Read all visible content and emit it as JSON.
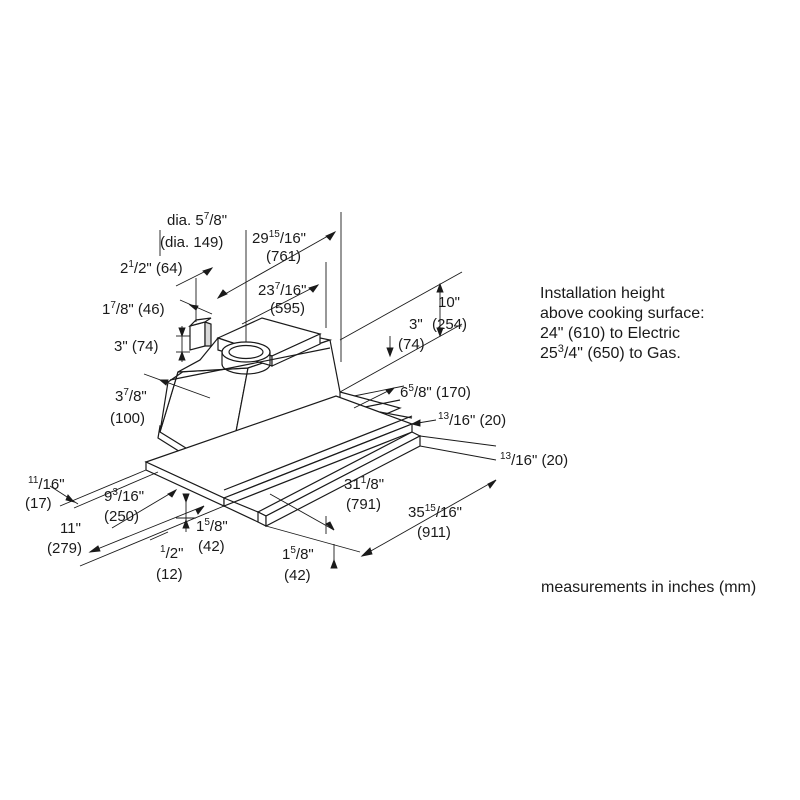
{
  "install": {
    "line1": "Installation height",
    "line2": "above cooking surface:",
    "line3": "24\" (610) to Electric",
    "line4_pre": "25",
    "line4_sup": "3",
    "line4_post": "/4\" (650) to Gas."
  },
  "footer": "measurements in inches (mm)",
  "dims": {
    "dia_in_pre": "dia. 5",
    "dia_in_sup": "7",
    "dia_in_post": "/8\"",
    "dia_mm": "(dia. 149)",
    "d2915_pre": "29",
    "d2915_sup": "15",
    "d2915_post": "/16\"",
    "d2915_mm": "(761)",
    "d212_pre": "2",
    "d212_sup": "1",
    "d212_post": "/2\" (64)",
    "d2378_pre": "23",
    "d2378_sup": "7",
    "d2378_post": "/16\"",
    "d2378_mm": "(595)",
    "d178_pre": "1",
    "d178_sup": "7",
    "d178_post": "/8\" (46)",
    "d10_in": "10\"",
    "d10_mm": "(254)",
    "d3top_in": "3\"",
    "d3top_mm": "(74)",
    "d3left": "3\" (74)",
    "d378_pre": "3",
    "d378_sup": "7",
    "d378_post": "/8\"",
    "d378_mm": "(100)",
    "d658_pre": "6",
    "d658_sup": "5",
    "d658_post": "/8\" (170)",
    "d1316a_sup": "13",
    "d1316a_post": "/16\" (20)",
    "d1316b_sup": "13",
    "d1316b_post": "/16\" (20)",
    "d1116_sup": "11",
    "d1116_post": "/16\"",
    "d1116_mm": "(17)",
    "d916_pre": "9",
    "d916_sup": "3",
    "d916_post": "/16\"",
    "d916_mm": "(250)",
    "d11_in": "11\"",
    "d11_mm": "(279)",
    "d158a_pre": "1",
    "d158a_sup": "5",
    "d158a_post": "/8\"",
    "d158a_mm": "(42)",
    "d12_sup": "1",
    "d12_post": "/2\"",
    "d12_mm": "(12)",
    "d3118_pre": "31",
    "d3118_sup": "1",
    "d3118_post": "/8\"",
    "d3118_mm": "(791)",
    "d3515_pre": "35",
    "d3515_sup": "15",
    "d3515_post": "/16\"",
    "d3515_mm": "(911)",
    "d158b_pre": "1",
    "d158b_sup": "5",
    "d158b_post": "/8\"",
    "d158b_mm": "(42)"
  },
  "colors": {
    "line": "#1a1a1a",
    "fill": "#ffffff",
    "shade": "#d9d9d9"
  }
}
